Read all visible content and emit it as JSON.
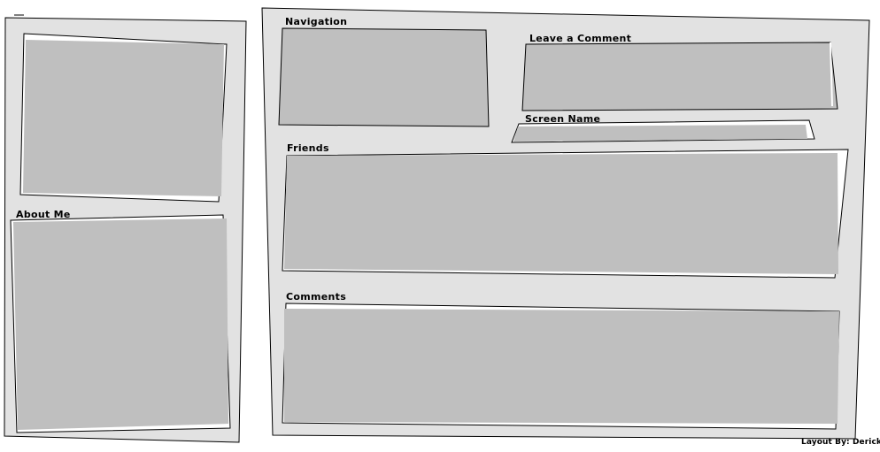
{
  "layout_sections": {
    "about_me": "About Me",
    "navigation": "Navigation",
    "leave_comment": "Leave a Comment",
    "screen_name": "Screen Name",
    "friends": "Friends",
    "comments": "Comments"
  },
  "credit": "Layout By: Derick",
  "colors": {
    "panel_background": "#e2e2e2",
    "box_fill": "#bfbfbf",
    "outline": "#000000",
    "highlight": "#ffffff"
  }
}
